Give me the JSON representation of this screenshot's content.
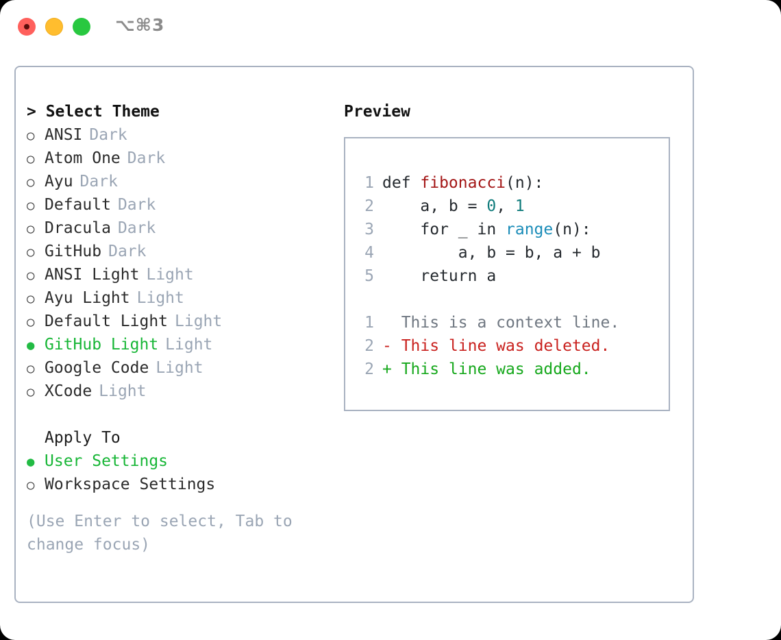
{
  "window": {
    "title": "⌥⌘3",
    "traffic_lights": [
      "close",
      "minimize",
      "zoom"
    ],
    "colors": {
      "close": "#ff605c",
      "minimize": "#ffbd2e",
      "zoom": "#28c840",
      "border": "#a9b2c1",
      "accent_green": "#17b636",
      "muted": "#9aa5b4"
    }
  },
  "theme_section": {
    "header": "> Select Theme",
    "options": [
      {
        "label": "ANSI",
        "meta": "Dark",
        "selected": false,
        "bullet": "○"
      },
      {
        "label": "Atom One",
        "meta": "Dark",
        "selected": false,
        "bullet": "○"
      },
      {
        "label": "Ayu",
        "meta": "Dark",
        "selected": false,
        "bullet": "○"
      },
      {
        "label": "Default",
        "meta": "Dark",
        "selected": false,
        "bullet": "○"
      },
      {
        "label": "Dracula",
        "meta": "Dark",
        "selected": false,
        "bullet": "○"
      },
      {
        "label": "GitHub",
        "meta": "Dark",
        "selected": false,
        "bullet": "○"
      },
      {
        "label": "ANSI Light",
        "meta": "Light",
        "selected": false,
        "bullet": "○"
      },
      {
        "label": "Ayu Light",
        "meta": "Light",
        "selected": false,
        "bullet": "○"
      },
      {
        "label": "Default Light",
        "meta": "Light",
        "selected": false,
        "bullet": "○"
      },
      {
        "label": "GitHub Light",
        "meta": "Light",
        "selected": true,
        "bullet": "●"
      },
      {
        "label": "Google Code",
        "meta": "Light",
        "selected": false,
        "bullet": "○"
      },
      {
        "label": "XCode",
        "meta": "Light",
        "selected": false,
        "bullet": "○"
      }
    ]
  },
  "apply_section": {
    "header": "Apply To",
    "options": [
      {
        "label": "User Settings",
        "selected": true,
        "bullet": "●"
      },
      {
        "label": "Workspace Settings",
        "selected": false,
        "bullet": "○"
      }
    ]
  },
  "help": {
    "text": "(Use Enter to select, Tab to change focus)"
  },
  "preview": {
    "title": "Preview",
    "code_lines": [
      {
        "num": "1",
        "segments": [
          {
            "t": "def ",
            "c": "plain"
          },
          {
            "t": "fibonacci",
            "c": "fn"
          },
          {
            "t": "(n):",
            "c": "plain"
          }
        ]
      },
      {
        "num": "2",
        "segments": [
          {
            "t": "    a, b = ",
            "c": "plain"
          },
          {
            "t": "0",
            "c": "num"
          },
          {
            "t": ", ",
            "c": "plain"
          },
          {
            "t": "1",
            "c": "num"
          }
        ]
      },
      {
        "num": "3",
        "segments": [
          {
            "t": "    for _ in ",
            "c": "plain"
          },
          {
            "t": "range",
            "c": "blt"
          },
          {
            "t": "(n):",
            "c": "plain"
          }
        ]
      },
      {
        "num": "4",
        "segments": [
          {
            "t": "        a, b = b, a + b",
            "c": "plain"
          }
        ]
      },
      {
        "num": "5",
        "segments": [
          {
            "t": "    return a",
            "c": "plain"
          }
        ]
      }
    ],
    "diff_lines": [
      {
        "num": "1",
        "marker": "  ",
        "text": "This is a context line.",
        "kind": "ctx"
      },
      {
        "num": "2",
        "marker": "- ",
        "text": "This line was deleted.",
        "kind": "del"
      },
      {
        "num": "2",
        "marker": "+ ",
        "text": "This line was added.",
        "kind": "add"
      }
    ]
  }
}
